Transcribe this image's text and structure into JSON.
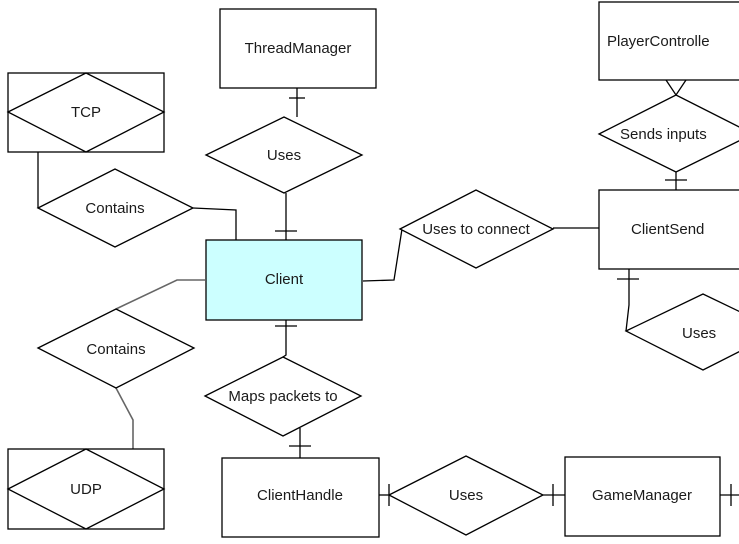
{
  "entities": {
    "thread_manager": "ThreadManager",
    "player_controller": "PlayerControlle",
    "tcp": "TCP",
    "client": "Client",
    "client_send": "ClientSend",
    "udp": "UDP",
    "client_handle": "ClientHandle",
    "game_manager": "GameManager"
  },
  "relationships": {
    "uses_thread": "Uses",
    "sends_inputs": "Sends inputs",
    "contains_tcp": "Contains",
    "uses_to_connect": "Uses to connect",
    "contains_udp": "Contains",
    "uses_send": "Uses",
    "maps_packets": "Maps packets to",
    "uses_handle": "Uses"
  },
  "colors": {
    "client_fill": "#ccffff",
    "client_border": "#000000",
    "line": "#000000"
  }
}
